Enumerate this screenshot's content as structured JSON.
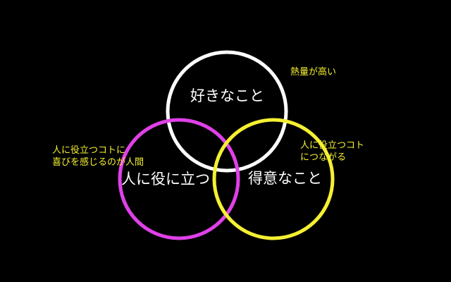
{
  "colors": {
    "background": "#000000",
    "circle_like": "#ffffff",
    "circle_help": "#e040e8",
    "circle_good": "#f5f032",
    "label_text": "#ffffff",
    "note_text": "#f5f032"
  },
  "circles": {
    "like": {
      "label": "好きなこと"
    },
    "help": {
      "label": "人に役に立つ"
    },
    "good": {
      "label": "得意なこと"
    }
  },
  "notes": {
    "like": {
      "text": "熱量が高い"
    },
    "help": {
      "line1": "人に役立つコトに",
      "line2": "喜びを感じるのが人間"
    },
    "good": {
      "line1": "人に役立つコト",
      "line2": "につながる"
    }
  }
}
